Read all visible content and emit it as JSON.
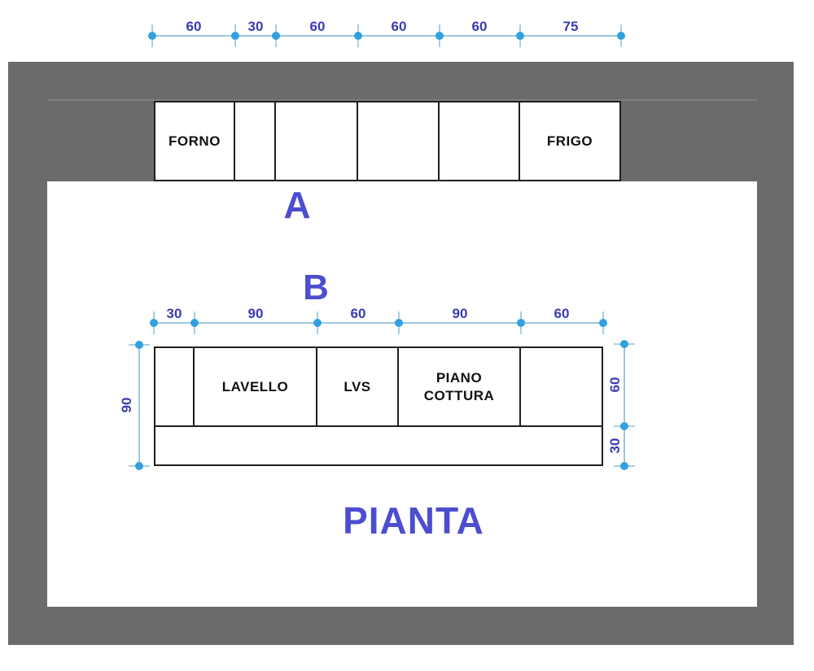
{
  "drawing": {
    "title": "PIANTA",
    "section_a_label": "A",
    "section_b_label": "B"
  },
  "dimensions": {
    "top": [
      "60",
      "30",
      "60",
      "60",
      "60",
      "75"
    ],
    "island": [
      "30",
      "90",
      "60",
      "90",
      "60"
    ],
    "left_depth": "90",
    "right_top_depth": "60",
    "right_bottom_depth": "30"
  },
  "wall_units": {
    "cells": [
      "FORNO",
      "",
      "",
      "",
      "",
      "FRIGO"
    ]
  },
  "island_units": {
    "cells": [
      "",
      "LAVELLO",
      "LVS",
      "PIANO COTTURA",
      ""
    ]
  },
  "colors": {
    "wall_gray": "#6b6b6b",
    "cabinet_border": "#1f1f1f",
    "dimension_line": "#9cc6dd",
    "dimension_marker": "#33a0e0",
    "dimension_text": "#3b3bb4",
    "label_text": "#4d4dd0"
  }
}
